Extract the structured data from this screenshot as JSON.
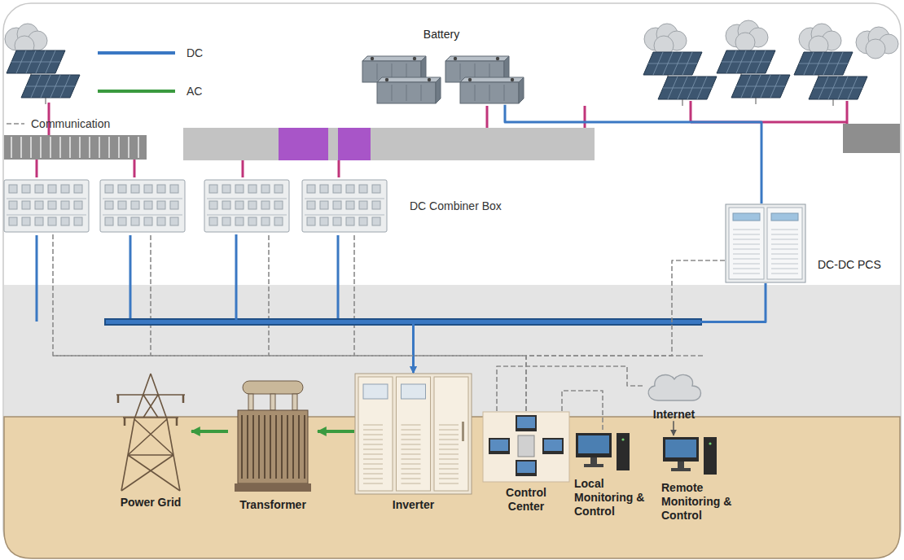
{
  "diagram": {
    "nodes": [
      {
        "text": [
          "Battery"
        ]
      },
      {
        "text": [
          "DC Combiner Box"
        ]
      },
      {
        "text": [
          "DC-DC PCS"
        ]
      },
      {
        "text": [
          "Power Grid"
        ]
      },
      {
        "text": [
          "Transformer"
        ]
      },
      {
        "text": [
          "Inverter"
        ]
      },
      {
        "text": [
          "Control Center"
        ]
      },
      {
        "text": [
          "Local Monitoring & Control"
        ]
      },
      {
        "text": [
          "Internet"
        ]
      },
      {
        "text": [
          "Remote Monitoring & Control"
        ]
      }
    ],
    "edges": [
      {
        "from": 0,
        "to": 2,
        "arrow": "none"
      },
      {
        "from": 1,
        "to": 5,
        "arrow": "to"
      },
      {
        "from": 2,
        "to": 5,
        "arrow": "to"
      },
      {
        "from": 5,
        "to": 4,
        "arrow": "to"
      },
      {
        "from": 4,
        "to": 3,
        "arrow": "to"
      },
      {
        "from": 1,
        "to": 6,
        "arrow": "none"
      },
      {
        "from": 2,
        "to": 6,
        "arrow": "none"
      },
      {
        "from": 6,
        "to": 7,
        "arrow": "none"
      },
      {
        "from": 6,
        "to": 8,
        "arrow": "none"
      },
      {
        "from": 8,
        "to": 9,
        "arrow": "to"
      }
    ],
    "legend": [
      {
        "text": "DC",
        "color": "#3a78c3"
      },
      {
        "text": "AC",
        "color": "#3a9a3f"
      },
      {
        "text": "Communication"
      }
    ]
  }
}
